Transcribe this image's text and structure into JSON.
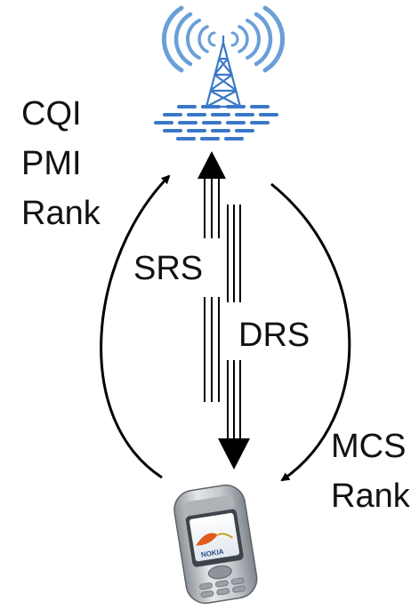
{
  "labels": {
    "uplink_feedback": [
      "CQI",
      "PMI",
      "Rank"
    ],
    "sounding": "SRS",
    "demodulation": "DRS",
    "downlink_control": [
      "MCS",
      "Rank"
    ]
  },
  "phone_brand": "NOKIA",
  "colors": {
    "tower": "#3a78c8",
    "waves": "#6a9fd8",
    "arrows": "#000000",
    "text": "#111111",
    "phone_body": "#c8ccd0",
    "phone_screen_accent": "#e05a1e"
  }
}
